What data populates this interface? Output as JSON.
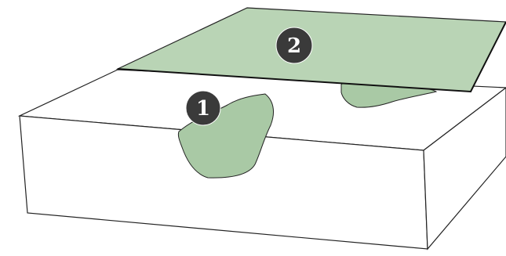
{
  "colors": {
    "fill_green": "#b9d4b5",
    "fill_green_dark": "#9bbf97",
    "block_fill": "#ffffff",
    "outline": "#222222",
    "marker_bg": "#3a3a3a",
    "marker_text": "#ffffff"
  },
  "markers": [
    {
      "label": "1",
      "name": "marker-1"
    },
    {
      "label": "2",
      "name": "marker-2"
    }
  ]
}
